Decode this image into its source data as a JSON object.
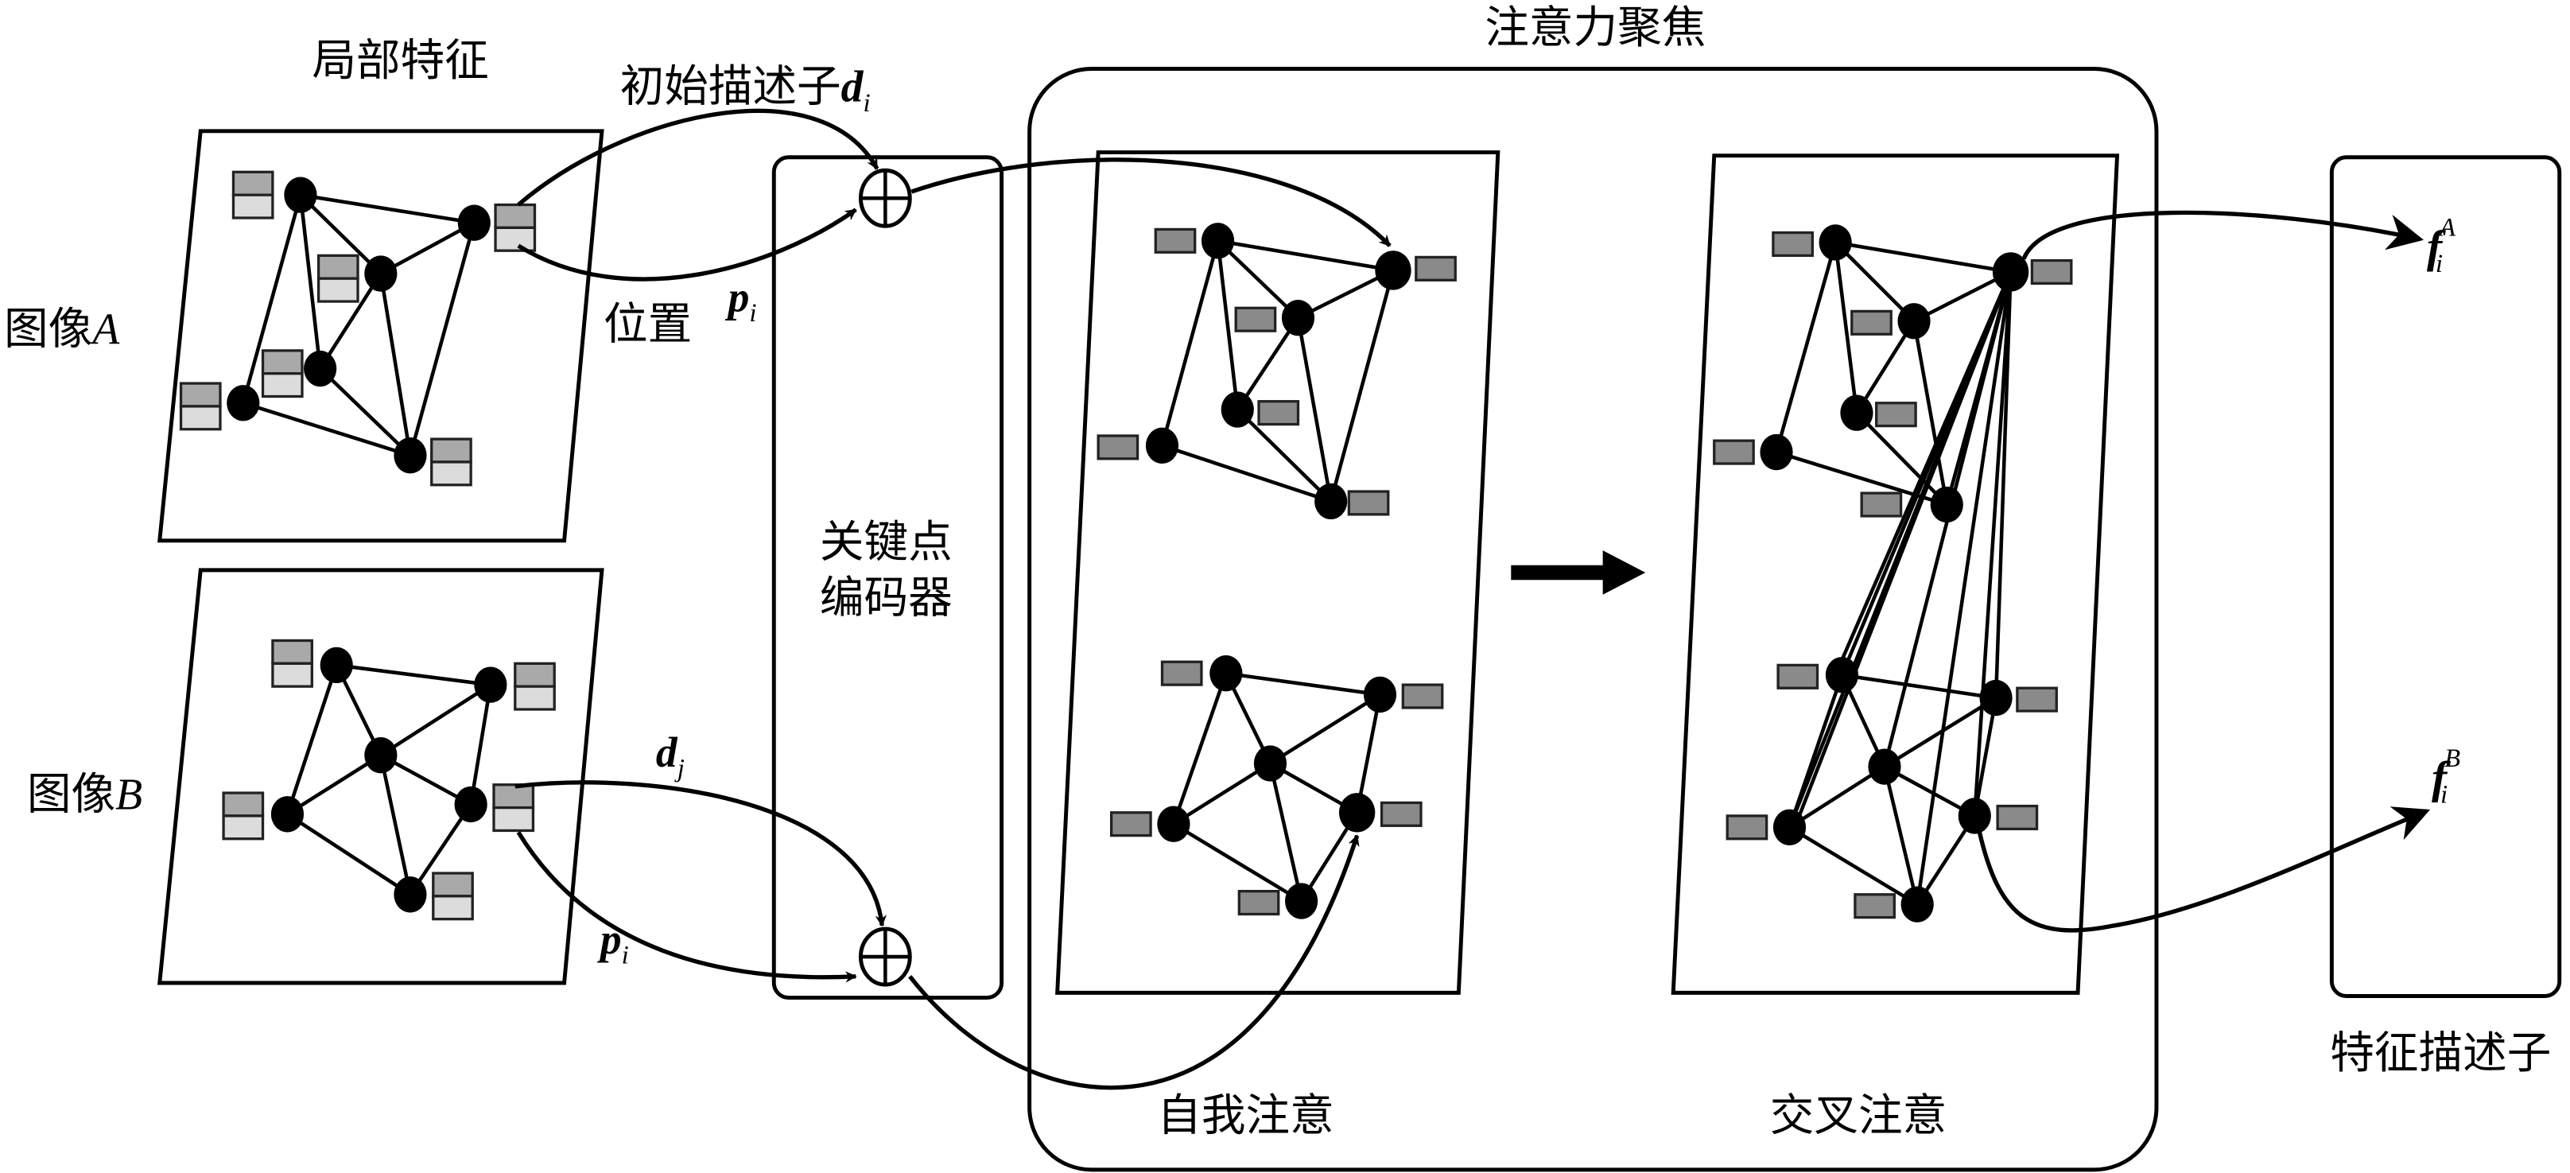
{
  "labels": {
    "local_features": "局部特征",
    "image_a": "图像",
    "image_a_var": "A",
    "image_b": "图像",
    "image_b_var": "B",
    "initial_descriptor": "初始描述子",
    "initial_descriptor_var": "d",
    "initial_descriptor_sub": "i",
    "position": "位置",
    "p_var": "p",
    "p_sub": "i",
    "dj_var": "d",
    "dj_sub": "j",
    "pi2_var": "p",
    "pi2_sub": "i",
    "keypoint_encoder_line1": "关键点",
    "keypoint_encoder_line2": "编码器",
    "attention_focus": "注意力聚焦",
    "self_attention": "自我注意",
    "cross_attention": "交叉注意",
    "feature_descriptor": "特征描述子",
    "fa_var": "f",
    "fa_sub": "i",
    "fa_sup": "A",
    "fb_var": "f",
    "fb_sub": "i",
    "fb_sup": "B"
  },
  "colors": {
    "node": "#000000",
    "descriptor_dark": "#a9a9a9",
    "descriptor_light": "#dcdcdc",
    "descriptor_single": "#8a8a8a"
  }
}
